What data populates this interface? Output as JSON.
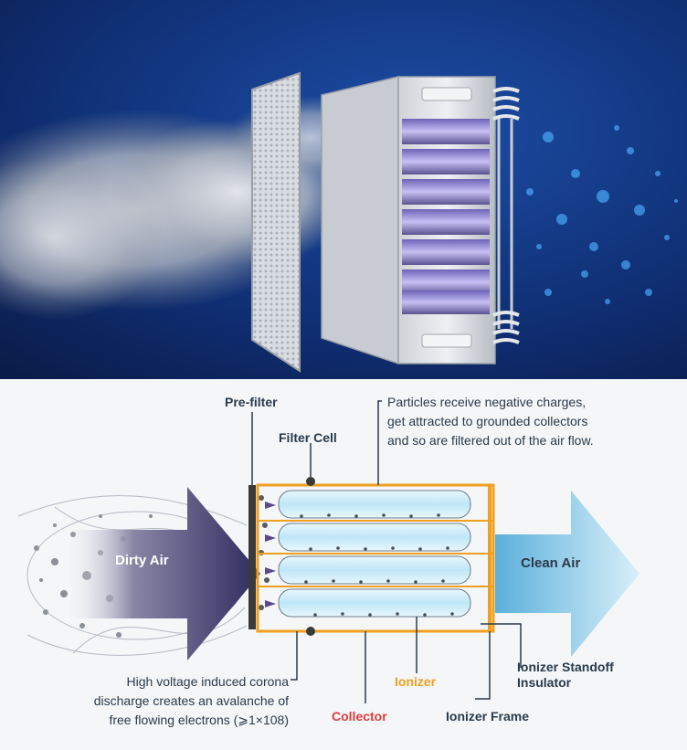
{
  "labels": {
    "pre_filter": "Pre-filter",
    "filter_cell": "Filter Cell",
    "particles_line1": "Particles receive negative charges,",
    "particles_line2": "get attracted to grounded collectors",
    "particles_line3": "and so are filtered out of the air flow.",
    "dirty_air": "Dirty Air",
    "clean_air": "Clean Air",
    "ionizer_standoff_line1": "Ionizer Standoff",
    "ionizer_standoff_line2": "Insulator",
    "ionizer": "Ionizer",
    "ionizer_frame": "Ionizer Frame",
    "collector": "Collector",
    "corona_line1": "High voltage induced corona",
    "corona_line2": "discharge creates an avalanche of",
    "corona_line3": "free flowing electrons (⩾1×108)"
  },
  "colors": {
    "photo_bg_top": "#0a1c4a",
    "photo_bg_bottom": "#1a4aa0",
    "ionizer": "#f0a020",
    "collector": "#e23b3b",
    "dirty_arrow": "#3a3568",
    "clean_arrow": "#7cc8ea",
    "leader": "#2b3a4a"
  }
}
